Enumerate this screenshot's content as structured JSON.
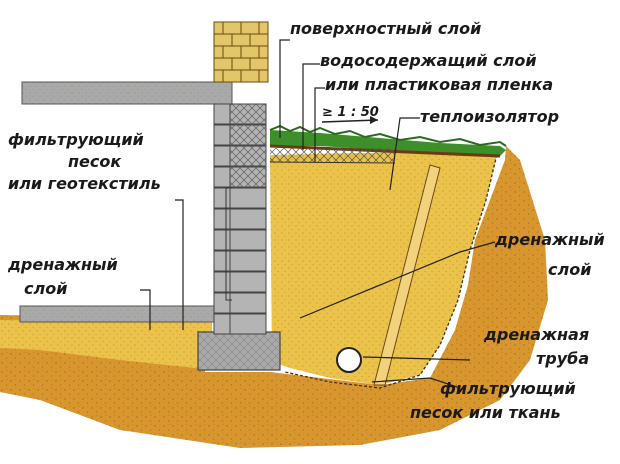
{
  "labels": {
    "surface_layer": "поверхностный слой",
    "water_layer_1": "водосодержащий слой",
    "water_layer_2": "или пластиковая пленка",
    "slope": "≥ 1 : 50",
    "insulator": "теплоизолятор",
    "filter_sand_1": "фильтрующий",
    "filter_sand_2": "песок",
    "filter_sand_3": "или геотекстиль",
    "drain_layer_left_1": "дренажный",
    "drain_layer_left_2": "слой",
    "drain_layer_right_1": "дренажный",
    "drain_layer_right_2": "слой",
    "drain_pipe_1": "дренажная",
    "drain_pipe_2": "труба",
    "filter_fabric_1": "фильтрующий",
    "filter_fabric_2": "песок или ткань"
  },
  "colors": {
    "soil": "#d8962e",
    "soil_dark": "#c27a1e",
    "sand": "#ebc24a",
    "grass": "#3d8f2a",
    "concrete": "#a9a9a9",
    "block": "#b4b4b4",
    "brick": "#e3c56a"
  }
}
